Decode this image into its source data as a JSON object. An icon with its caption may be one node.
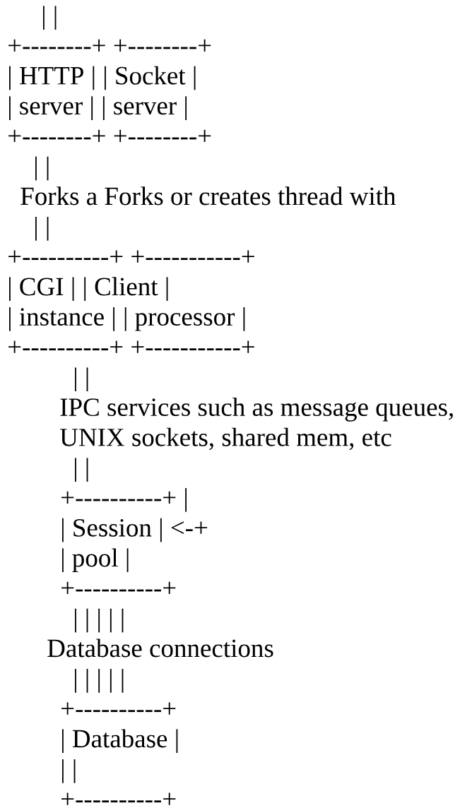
{
  "diagram": {
    "labels": [
      "| |",
      "+--------+ +--------+",
      "| HTTP | | Socket |",
      "| server | | server |",
      "+--------+ +--------+",
      "| |",
      "Forks a Forks or creates thread with",
      "| |",
      "+----------+ +-----------+",
      "| CGI | | Client |",
      "| instance | | processor |",
      "+----------+ +-----------+",
      "| |",
      "IPC services such as message queues,",
      "UNIX sockets, shared mem, etc",
      "| |",
      "+----------+ |",
      "| Session | <-+",
      "| pool |",
      "+----------+",
      "| | | | |",
      "Database connections",
      "| | | | |",
      "+----------+",
      "| Database |",
      "| |",
      "+----------+"
    ]
  }
}
